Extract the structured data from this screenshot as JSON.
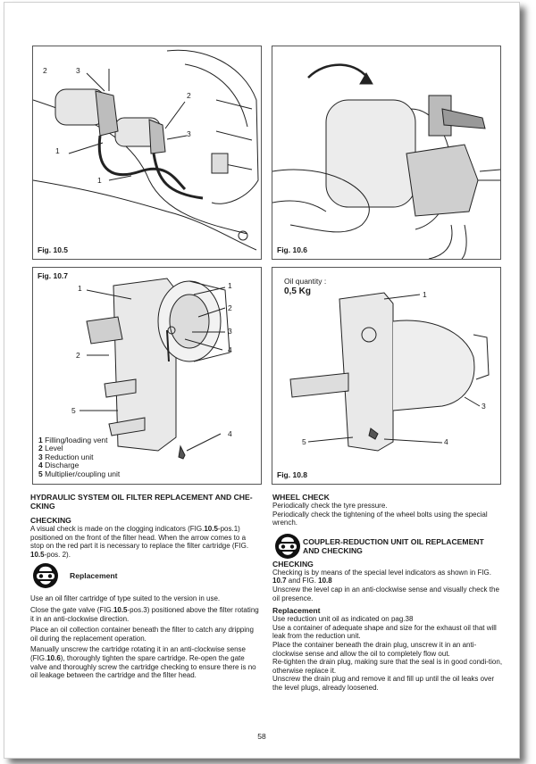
{
  "page_number": "58",
  "figures": {
    "f105": {
      "label": "Fig. 10.5",
      "callouts": [
        "2",
        "3",
        "2",
        "1",
        "3",
        "1"
      ]
    },
    "f106": {
      "label": "Fig. 10.6"
    },
    "f107": {
      "label": "Fig. 10.7",
      "callouts": [
        "1",
        "1",
        "2",
        "3",
        "2",
        "4",
        "5",
        "4"
      ],
      "legend": [
        {
          "num": "1",
          "text": "Filling/loading vent"
        },
        {
          "num": "2",
          "text": "Level"
        },
        {
          "num": "3",
          "text": "Reduction unit"
        },
        {
          "num": "4",
          "text": "Discharge"
        },
        {
          "num": "5",
          "text": "Multiplier/coupling unit"
        }
      ]
    },
    "f108": {
      "label": "Fig. 10.8",
      "oil_label": "Oil quantity :",
      "oil_value": "0,5 Kg",
      "callouts": [
        "1",
        "3",
        "5",
        "4"
      ]
    }
  },
  "left": {
    "title_line1": "HYDRAULIC SYSTEM OIL FILTER REPLACEMENT AND CHE-",
    "title_line2": "CKING",
    "checking_heading": "CHECKING",
    "checking_p1": "A visual check is made on the clogging indicators (FIG.",
    "checking_ref1": "10.5",
    "checking_p2": "-pos.1) positioned on the front of the filter head. When the arrow comes to a stop on the red part it is necessary to replace the filter cartridge (FIG.",
    "checking_ref2": "10.5",
    "checking_p3": "-pos. 2).",
    "replacement_heading": "Replacement",
    "p1": "Use an oil filter cartridge of type suited to the version in use.",
    "p2a": "Close the gate valve (FIG.",
    "p2ref": "10.5",
    "p2b": "-pos.3) positioned above the filter rotating it in an anti-clockwise direction.",
    "p3": "Place an oil collection container beneath the filter to catch any dripping oil during the replacement operation.",
    "p4a": "Manually unscrew the cartridge rotating it in an anti-clockwise sense (FIG.",
    "p4ref": "10.6",
    "p4b": "), thoroughly tighten the spare cartridge. Re-open the gate valve and thoroughly screw the cartridge checking to ensure there is no oil leakage between the cartridge and the filter head."
  },
  "right": {
    "wheel_heading": "WHEEL CHECK",
    "wheel_p1": "Periodically check the tyre pressure.",
    "wheel_p2": "Periodically check the tightening of the wheel bolts using the special wrench.",
    "coupler_heading_line1": "COUPLER-REDUCTION UNIT OIL REPLACEMENT",
    "coupler_heading_line2": "AND CHECKING",
    "checking_heading": "CHECKING",
    "check_p1a": "Checking is by means of the special level indicators as shown in FIG.",
    "check_ref1": "10.7",
    "check_and": " and FIG. ",
    "check_ref2": "10.8",
    "check_p2": "Unscrew the level cap in an anti-clockwise sense and visually check the oil presence.",
    "replacement_heading": "Replacement",
    "r1": "Use reduction unit oil as indicated on pag.38",
    "r2": "Use a container of adequate shape and size for the exhaust oil that will leak from the reduction unit.",
    "r3": "Place the container beneath the drain plug, unscrew it in an anti-clockwise sense and allow the oil to completely flow out.",
    "r4": "Re-tighten the drain plug, making sure that the seal is in good condi-tion, otherwise replace it.",
    "r5": "Unscrew the drain plug and remove it and fill up until the oil leaks over the level plugs, already loosened."
  }
}
